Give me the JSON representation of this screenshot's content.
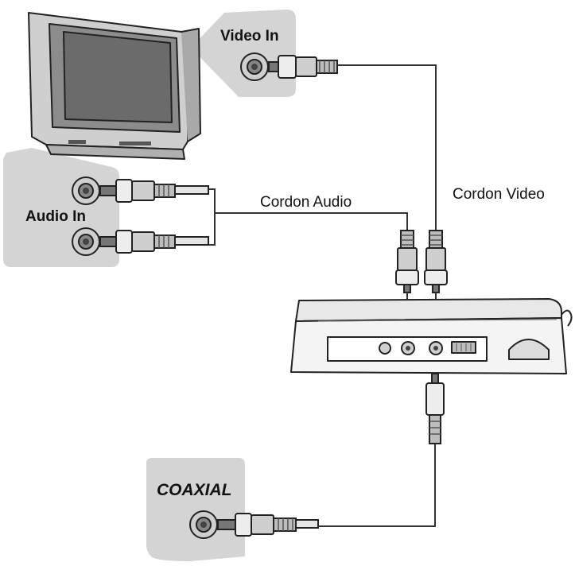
{
  "labels": {
    "video_in": "Video In",
    "audio_in": "Audio In",
    "cordon_audio": "Cordon Audio",
    "cordon_video": "Cordon Video",
    "coaxial": "COAXIAL"
  },
  "colors": {
    "panel": "#d4d4d4",
    "outline": "#222222",
    "background": "#ffffff"
  }
}
